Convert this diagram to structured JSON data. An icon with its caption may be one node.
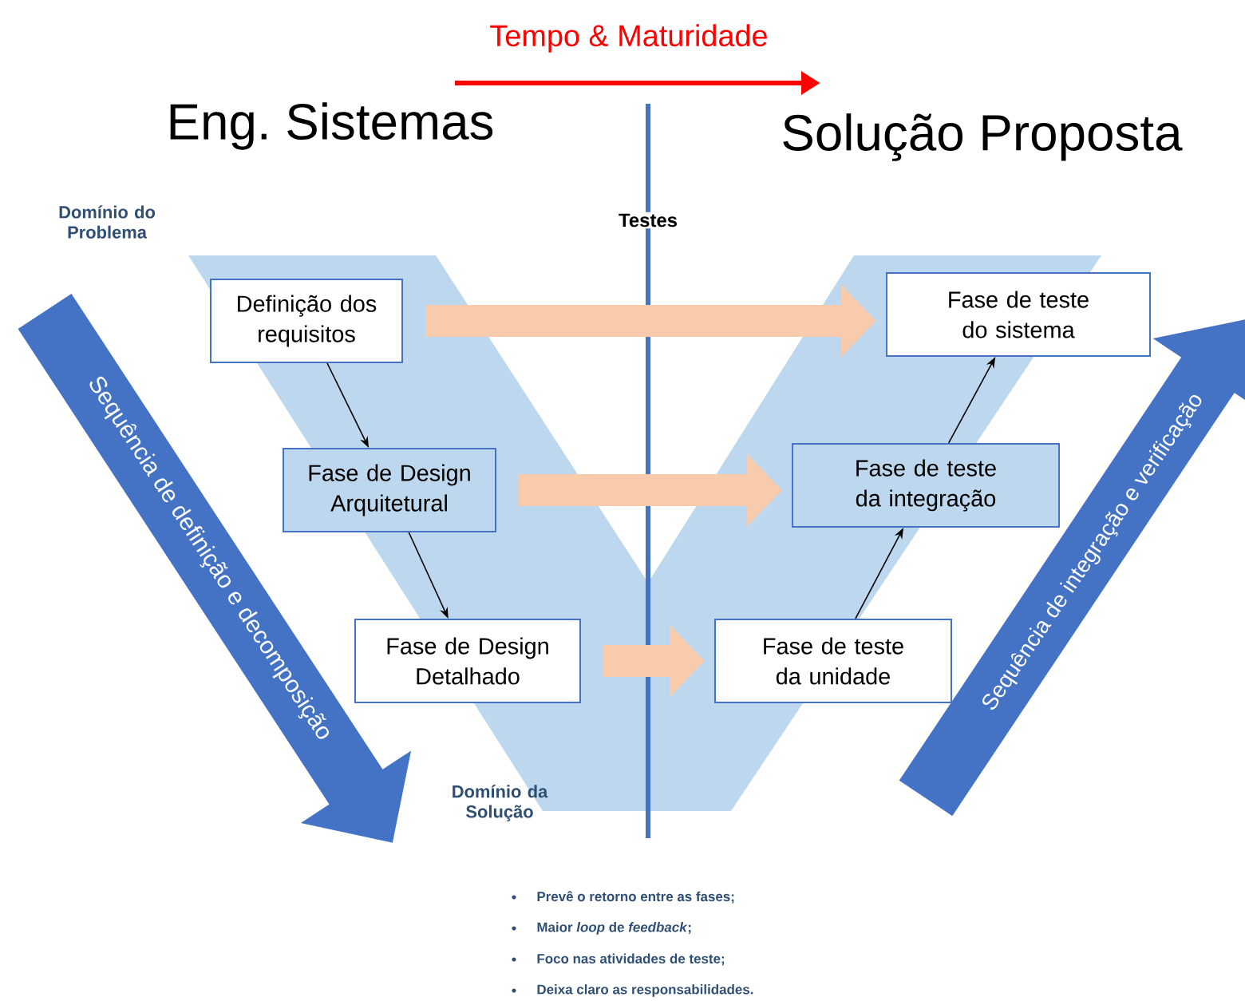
{
  "diagram": {
    "nodes": [
      {
        "text": [
          "Definição dos requisitos"
        ]
      },
      {
        "text": [
          "Fase de Design Arquitetural"
        ]
      },
      {
        "text": [
          "Fase de Design Detalhado"
        ]
      },
      {
        "text": [
          "Fase de teste do sistema"
        ]
      },
      {
        "text": [
          "Fase de teste da integração"
        ]
      },
      {
        "text": [
          "Fase de teste da unidade"
        ]
      }
    ],
    "edges": [
      {
        "from": 0,
        "to": 1,
        "arrow": "to"
      },
      {
        "from": 1,
        "to": 2,
        "arrow": "to"
      },
      {
        "from": 5,
        "to": 4,
        "arrow": "to"
      },
      {
        "from": 4,
        "to": 3,
        "arrow": "to"
      },
      {
        "from": 0,
        "to": 3,
        "arrow": "to",
        "style": "thick",
        "color": "#f8cbad"
      },
      {
        "from": 1,
        "to": 4,
        "arrow": "to",
        "style": "thick",
        "color": "#f8cbad"
      },
      {
        "from": 2,
        "to": 5,
        "arrow": "to",
        "style": "thick",
        "color": "#f8cbad"
      }
    ],
    "labels": [
      "Tempo & Maturidade",
      "Eng. Sistemas",
      "Solução Proposta",
      "Domínio do Problema",
      "Testes",
      "Sequência de definição e decomposição",
      "Domínio da Solução",
      "Sequência de integração e verificação",
      "Prevê o retorno entre as fases;",
      "Maior *loop* de *feedback*;",
      "Foco nas atividades de teste;",
      "Deixa claro as responsabilidades."
    ]
  }
}
